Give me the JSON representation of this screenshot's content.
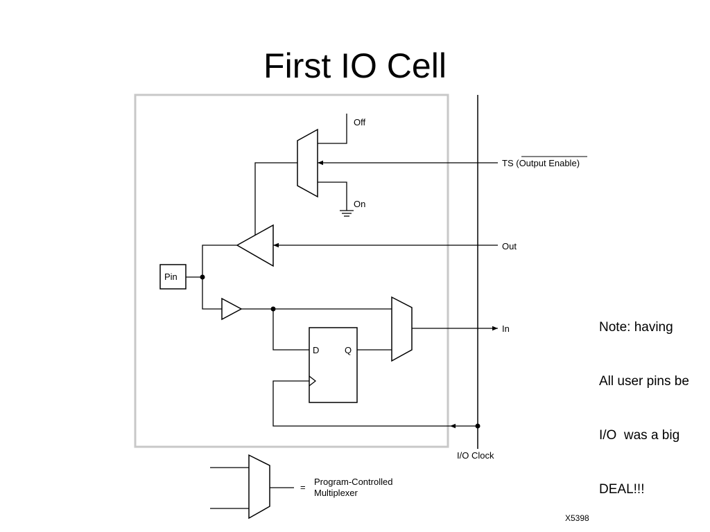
{
  "slide": {
    "title": "First IO Cell"
  },
  "diagram": {
    "labels": {
      "off": "Off",
      "on": "On",
      "ts_prefix": "TS (",
      "output_enable": "Output Enable",
      "ts_suffix": ")",
      "out": "Out",
      "in": "In",
      "pin": "Pin",
      "d": "D",
      "q": "Q",
      "io_clock": "I/O Clock",
      "legend_equals": "=",
      "legend_line1": "Program-Controlled",
      "legend_line2": "Multiplexer",
      "figure_id": "X5398"
    },
    "colors": {
      "cell_border": "#c8c8c8",
      "wire": "#000000"
    }
  },
  "note": {
    "lines": [
      "Note: having",
      "All user pins be",
      "I/O  was a big",
      "DEAL!!!"
    ]
  }
}
